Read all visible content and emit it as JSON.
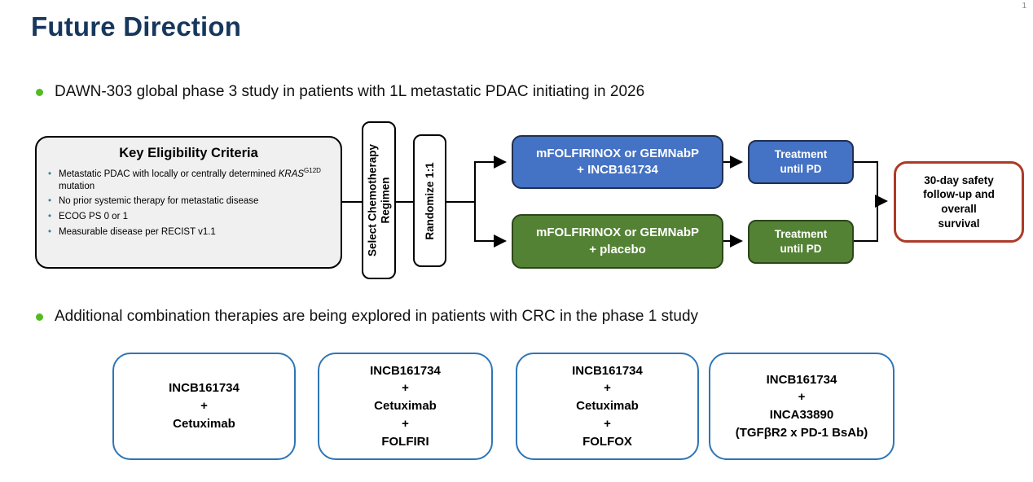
{
  "slide": {
    "title": "Future Direction",
    "page_number": "1"
  },
  "bullets": {
    "study": "DAWN-303 global phase 3 study in patients with 1L metastatic PDAC initiating in 2026",
    "additional": "Additional combination therapies are being explored in patients with CRC in the phase 1 study"
  },
  "flow": {
    "eligibility": {
      "title": "Key Eligibility Criteria",
      "item1": {
        "prefix": "Metastatic PDAC with locally or centrally determined ",
        "gene": "KRAS",
        "superscript": "G12D",
        "suffix": " mutation"
      },
      "item2": "No prior systemic therapy for metastatic disease",
      "item3": "ECOG PS 0 or 1",
      "item4": "Measurable disease per RECIST v1.1"
    },
    "select_regimen_label": "Select Chemotherapy Regimen",
    "randomize_label": "Randomize 1:1",
    "arm_experimental": "mFOLFIRINOX or GEMNabP\n+ INCB161734",
    "arm_control": "mFOLFIRINOX or GEMNabP\n+ placebo",
    "treatment_label": "Treatment\nuntil PD",
    "outcome": "30-day safety\nfollow-up and\noverall\nsurvival"
  },
  "combo_boxes": [
    "INCB161734\n+\nCetuximab",
    "INCB161734\n+\nCetuximab\n+\nFOLFIRI",
    "INCB161734\n+\nCetuximab\n+\nFOLFOX",
    "INCB161734\n+\nINCA33890\n(TGFβR2 x PD-1 BsAb)"
  ],
  "colors": {
    "title_navy": "#17375d",
    "bullet_green": "#55bb22",
    "sub_bullet_teal": "#31859c",
    "arm_blue": "#4472c4",
    "arm_green": "#548235",
    "outcome_border_red": "#ad3a28",
    "combo_border_blue": "#2e75b6"
  }
}
